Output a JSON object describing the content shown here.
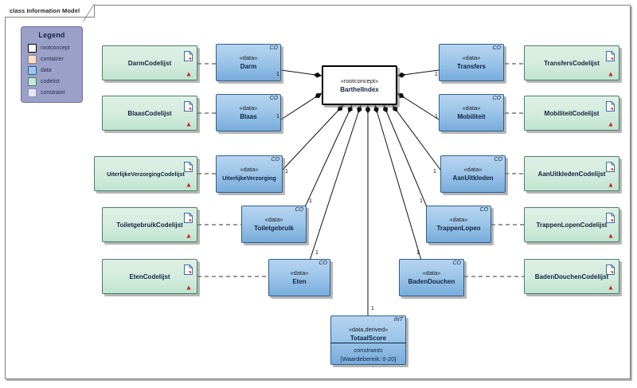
{
  "diagram": {
    "title": "class Information Model",
    "frame_border_color": "#808080"
  },
  "legend": {
    "title": "Legend",
    "items": [
      {
        "label": "rootconcept",
        "color": "#ffffff"
      },
      {
        "label": "container",
        "color": "#fbe0c8"
      },
      {
        "label": "data",
        "color": "#9ec6e9"
      },
      {
        "label": "codelist",
        "color": "#c7e7d6"
      },
      {
        "label": "constraint",
        "color": "#e7e9f7"
      }
    ]
  },
  "root": {
    "stereotype": "«rootconcept»",
    "name": "BarthelIndex"
  },
  "data_classes": [
    {
      "stereotype": "«data»",
      "name": "Darm",
      "badge": "CO",
      "multiplicity": "1"
    },
    {
      "stereotype": "«data»",
      "name": "Blaas",
      "badge": "CO",
      "multiplicity": "1"
    },
    {
      "stereotype": "«data»",
      "name": "UiterlijkeVerzorging",
      "badge": "CO",
      "multiplicity": "1"
    },
    {
      "stereotype": "«data»",
      "name": "Toiletgebruik",
      "badge": "CO",
      "multiplicity": "1"
    },
    {
      "stereotype": "«data»",
      "name": "Eten",
      "badge": "CO",
      "multiplicity": "1"
    },
    {
      "stereotype": "«data»",
      "name": "Transfers",
      "badge": "CO",
      "multiplicity": "1"
    },
    {
      "stereotype": "«data»",
      "name": "Mobiliteit",
      "badge": "CO",
      "multiplicity": "1"
    },
    {
      "stereotype": "«data»",
      "name": "AanUitkleden",
      "badge": "CO",
      "multiplicity": "1"
    },
    {
      "stereotype": "«data»",
      "name": "TrappenLopen",
      "badge": "CO",
      "multiplicity": "1"
    },
    {
      "stereotype": "«data»",
      "name": "BadenDouchen",
      "badge": "CO",
      "multiplicity": "1"
    }
  ],
  "derived_class": {
    "stereotype": "«data,derived»",
    "name": "TotaalScore",
    "badge": "INT",
    "multiplicity": "1",
    "compartment_title": "constraints",
    "compartment_value": "{Waardebereik: 0-20}"
  },
  "codelists": [
    {
      "name": "DarmCodelijst"
    },
    {
      "name": "BlaasCodelijst"
    },
    {
      "name": "UiterlijkeVerzorgingCodelijst"
    },
    {
      "name": "ToiletgebruikCodelijst"
    },
    {
      "name": "EtenCodelijst"
    },
    {
      "name": "TransfersCodelijst"
    },
    {
      "name": "MobiliteitCodelijst"
    },
    {
      "name": "AanUitkledenCodelijst"
    },
    {
      "name": "TrappenLopenCodelijst"
    },
    {
      "name": "BadenDouchenCodelijst"
    }
  ]
}
